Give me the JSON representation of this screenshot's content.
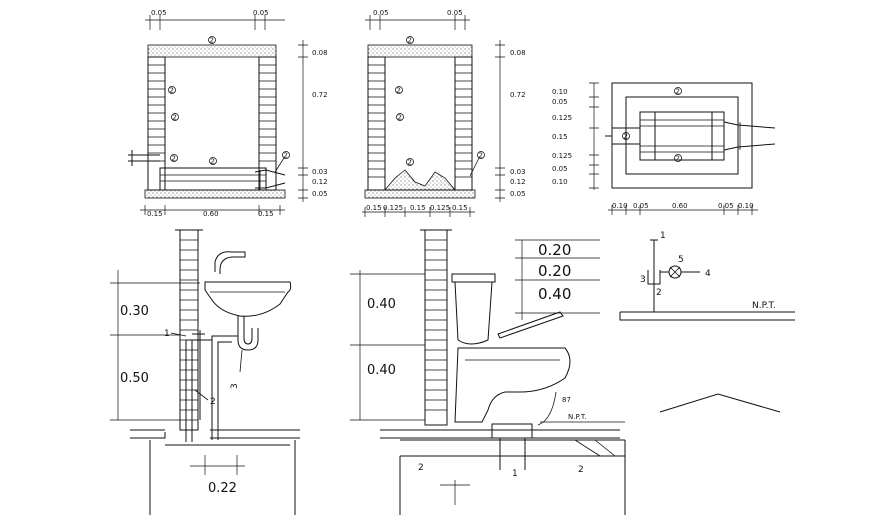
{
  "plan1": {
    "top_dims": [
      "0.05",
      "0.05"
    ],
    "right_dims": [
      "0.08",
      "0.72",
      "0.03",
      "0.12",
      "0.05"
    ],
    "bottom_dims": [
      "0.15",
      "0.60",
      "0.15"
    ],
    "markers": [
      "2",
      "2",
      "2",
      "2",
      "2",
      "2"
    ]
  },
  "plan2": {
    "top_dims": [
      "0.05",
      "0.05"
    ],
    "right_dims": [
      "0.08",
      "0.72",
      "0.03",
      "0.12",
      "0.05"
    ],
    "bottom_dims": [
      "0.15",
      "0.125",
      "0.15",
      "0.125",
      "0.15"
    ],
    "markers": [
      "2",
      "2",
      "2",
      "2",
      "2"
    ]
  },
  "plan3": {
    "left_dims": [
      "0.10",
      "0.05",
      "0.125",
      "0.15",
      "0.125",
      "0.05",
      "0.10"
    ],
    "bottom_dims": [
      "0.10",
      "0.05",
      "0.60",
      "0.05",
      "0.10"
    ],
    "markers": [
      "2",
      "2",
      "2"
    ]
  },
  "sink_section": {
    "dims": [
      "0.30",
      "0.50",
      "0.22"
    ],
    "callouts": [
      "1",
      "2",
      "3"
    ]
  },
  "toilet_section": {
    "dims": [
      "0.40",
      "0.40"
    ],
    "angle": "87",
    "npt": "N.P.T.",
    "callouts": [
      "1",
      "2",
      "2"
    ]
  },
  "detail": {
    "dims": [
      "0.20",
      "0.20",
      "0.40"
    ],
    "callouts": [
      "1",
      "2",
      "3",
      "4",
      "5"
    ],
    "npt": "N.P.T."
  }
}
